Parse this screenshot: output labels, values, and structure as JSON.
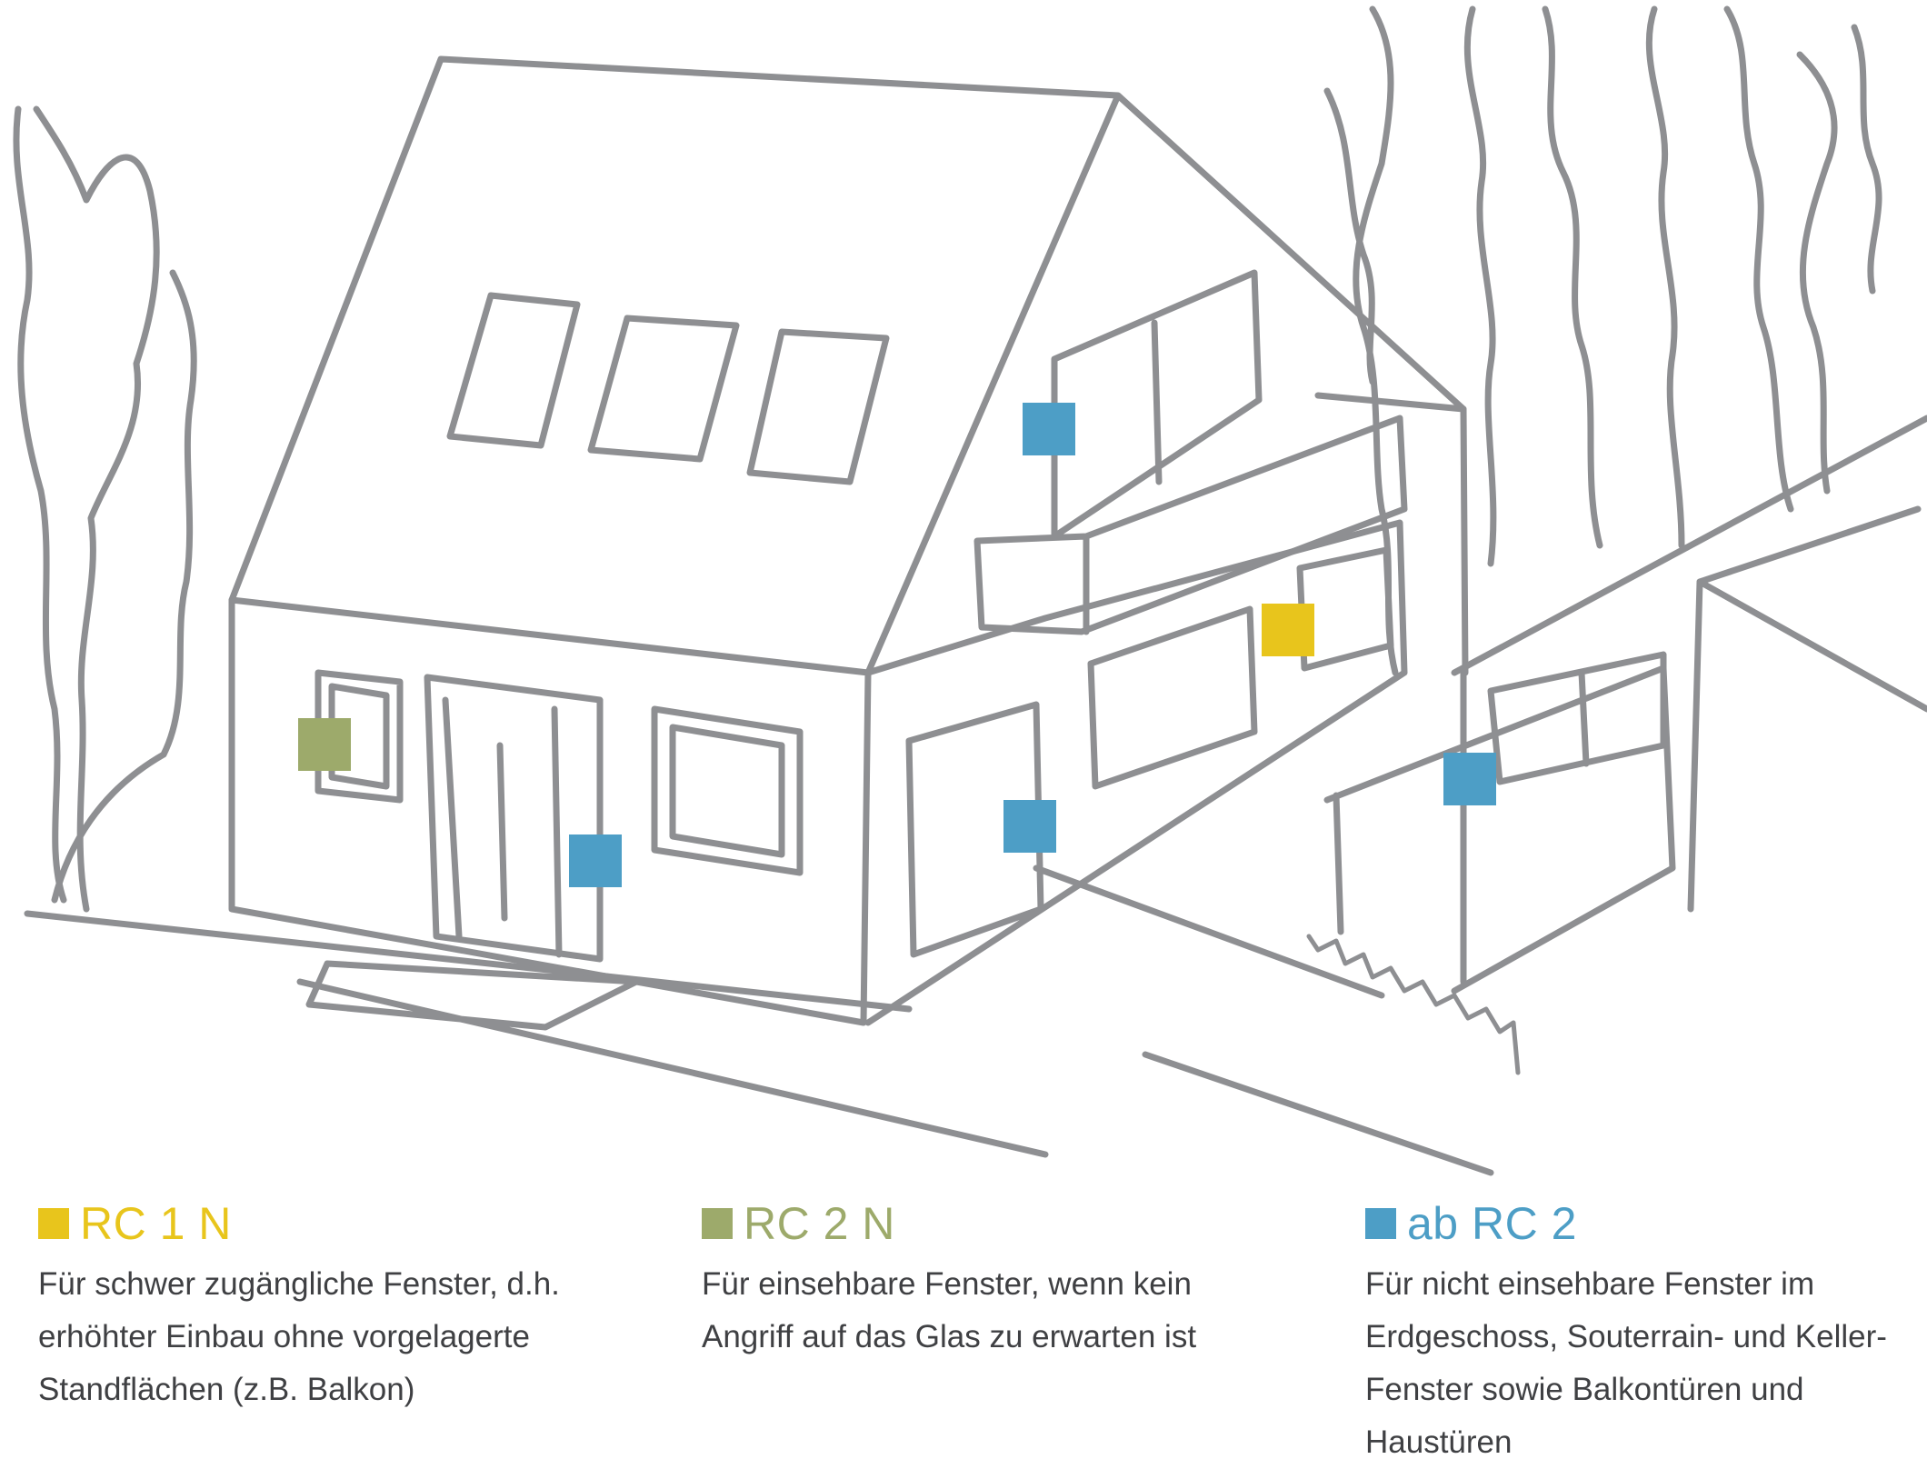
{
  "colors": {
    "rc1n": "#e8c51c",
    "rc2n": "#9daa6b",
    "abrc2": "#4d9ec6",
    "sketch": "#8e8f92",
    "text": "#3f4043"
  },
  "legend": [
    {
      "key": "rc1n",
      "title": "RC 1 N",
      "description": "Für schwer zugängliche Fenster, d.h. erhöhter Einbau ohne vorgelagerte Standflächen (z.B. Balkon)"
    },
    {
      "key": "rc2n",
      "title": "RC 2 N",
      "description": "Für einsehbare Fenster, wenn kein Angriff auf das Glas zu erwarten ist"
    },
    {
      "key": "abrc2",
      "title": "ab RC 2",
      "description": "Für nicht einsehbare Fenster im Erdgeschoss, Souterrain- und Keller-Fenster sowie Balkontüren und Haustüren"
    }
  ],
  "markers": [
    {
      "class": "abrc2",
      "icon": "square-marker"
    },
    {
      "class": "rc1n",
      "icon": "square-marker"
    },
    {
      "class": "rc2n",
      "icon": "square-marker"
    },
    {
      "class": "abrc2",
      "icon": "square-marker"
    },
    {
      "class": "abrc2",
      "icon": "square-marker"
    },
    {
      "class": "abrc2",
      "icon": "square-marker"
    }
  ]
}
